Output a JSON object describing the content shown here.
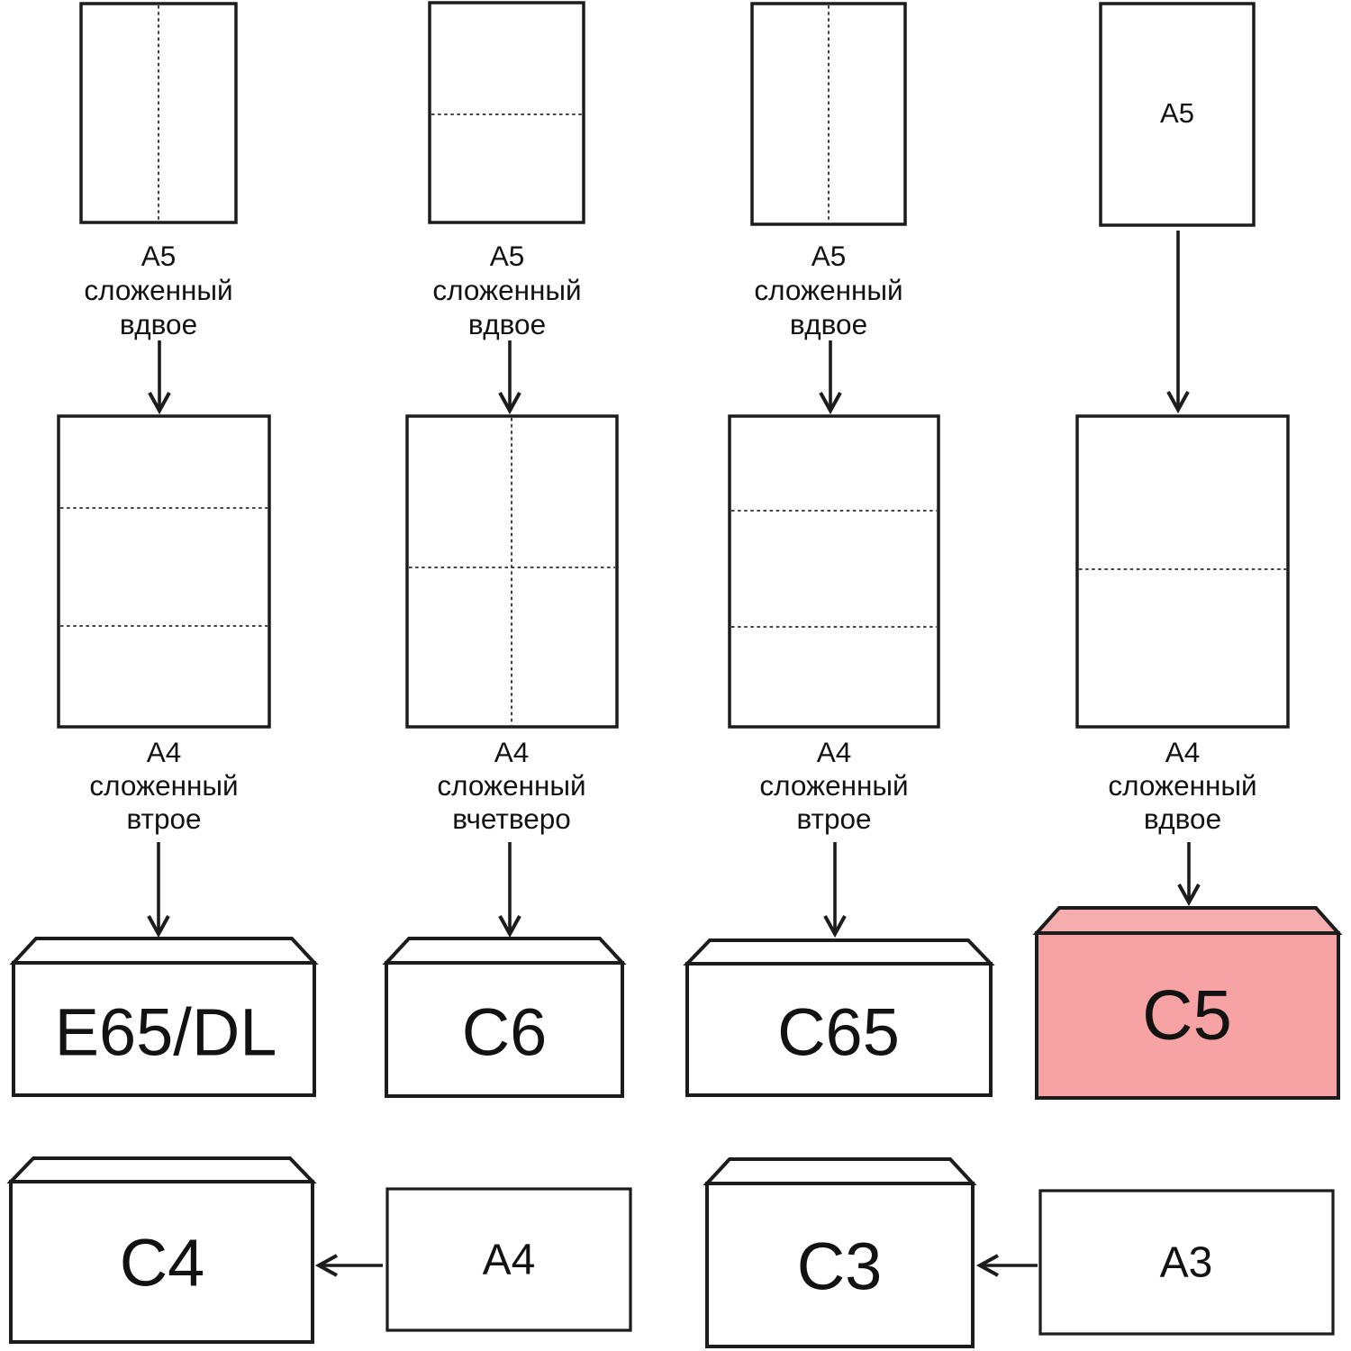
{
  "colors": {
    "background": "#ffffff",
    "line": "#1c1c1c",
    "dash": "#2b2b2b",
    "text": "#121212",
    "highlight_front": "#f8a3a3",
    "highlight_top": "#f6adad"
  },
  "columns": [
    {
      "top_caption": [
        "А5",
        "сложенный",
        "вдвое"
      ],
      "mid_caption": [
        "А4",
        "сложенный",
        "втрое"
      ],
      "envelope_label": "E65/DL"
    },
    {
      "top_caption": [
        "А5",
        "сложенный",
        "вдвое"
      ],
      "mid_caption": [
        "А4",
        "сложенный",
        "вчетверо"
      ],
      "envelope_label": "C6"
    },
    {
      "top_caption": [
        "А5",
        "сложенный",
        "вдвое"
      ],
      "mid_caption": [
        "А4",
        "сложенный",
        "втрое"
      ],
      "envelope_label": "C65"
    },
    {
      "top_sheet_label": "А5",
      "mid_caption": [
        "А4",
        "сложенный",
        "вдвое"
      ],
      "envelope_label": "C5"
    }
  ],
  "bottom_row": [
    {
      "envelope_label": "C4",
      "sheet_label": "А4"
    },
    {
      "envelope_label": "C3",
      "sheet_label": "А3"
    }
  ]
}
